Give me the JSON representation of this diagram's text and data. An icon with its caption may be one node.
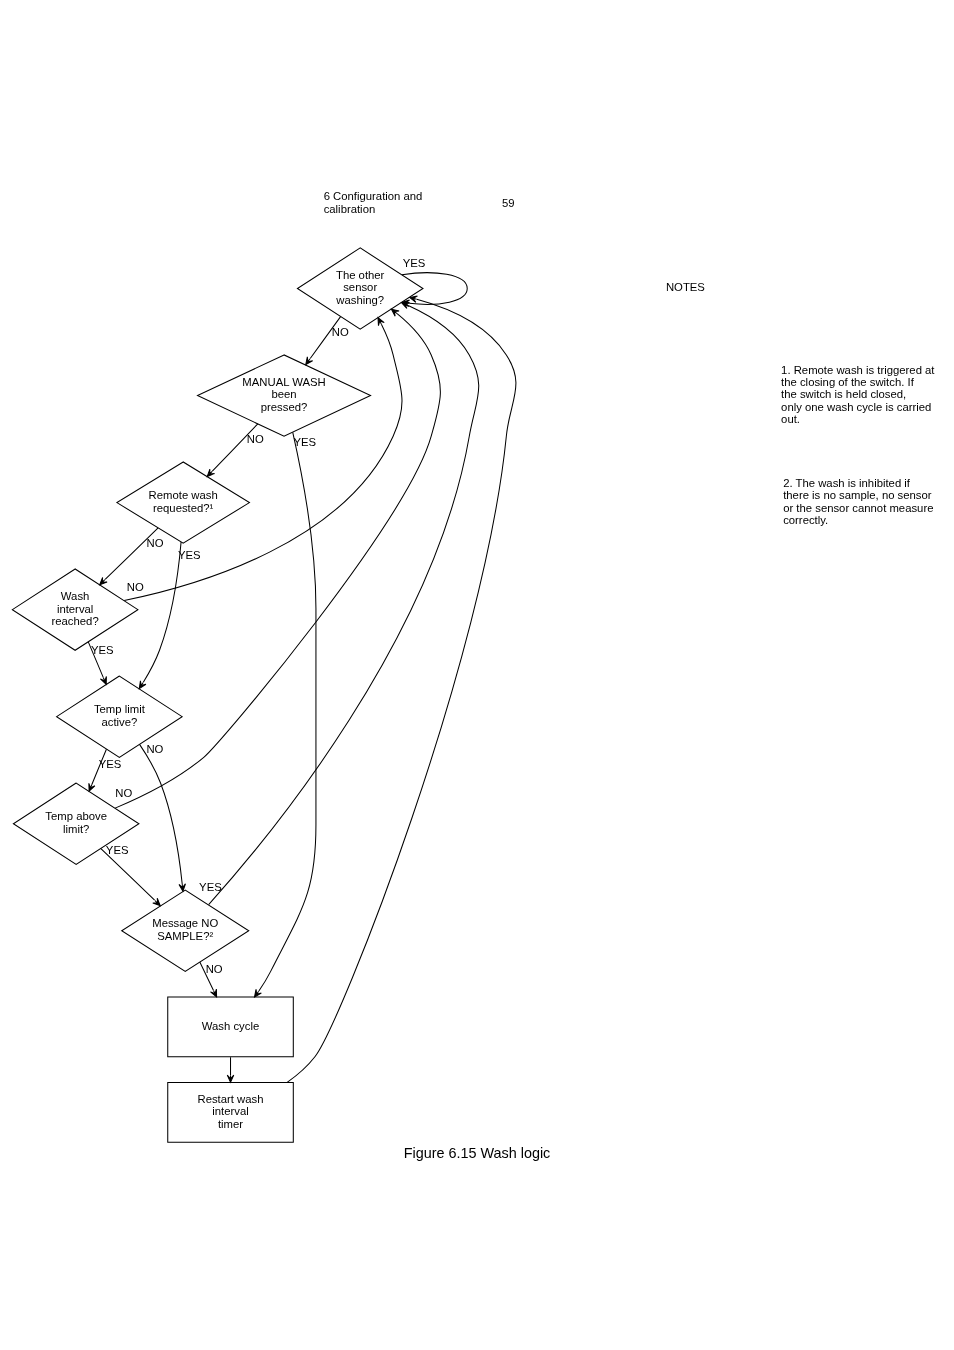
{
  "diagram": {
    "caption": "Figure 6.15 Wash logic",
    "nodes": [
      {
        "text": [
          "The other sensor washing?"
        ]
      },
      {
        "text": [
          "MANUAL WASH been pressed?"
        ]
      },
      {
        "text": [
          "Remote wash requested?¹"
        ]
      },
      {
        "text": [
          "Wash interval reached?"
        ]
      },
      {
        "text": [
          "Temp limit active?"
        ]
      },
      {
        "text": [
          "Temp above limit?"
        ]
      },
      {
        "text": [
          "Message NO SAMPLE?²"
        ]
      },
      {
        "text": [
          "Wash cycle"
        ]
      },
      {
        "text": [
          "Restart wash interval timer"
        ]
      }
    ],
    "edges": [
      {
        "from": 0,
        "to": 0,
        "arrow": "to",
        "label": "YES"
      },
      {
        "from": 0,
        "to": 1,
        "arrow": "to",
        "label": "NO"
      },
      {
        "from": 1,
        "to": 7,
        "arrow": "to",
        "label": "YES"
      },
      {
        "from": 1,
        "to": 2,
        "arrow": "to",
        "label": "NO"
      },
      {
        "from": 2,
        "to": 4,
        "arrow": "to",
        "label": "YES"
      },
      {
        "from": 2,
        "to": 3,
        "arrow": "to",
        "label": "NO"
      },
      {
        "from": 3,
        "to": 0,
        "arrow": "to",
        "label": "NO"
      },
      {
        "from": 3,
        "to": 4,
        "arrow": "to",
        "label": "YES"
      },
      {
        "from": 4,
        "to": 6,
        "arrow": "to",
        "label": "NO"
      },
      {
        "from": 4,
        "to": 5,
        "arrow": "to",
        "label": "YES"
      },
      {
        "from": 5,
        "to": 0,
        "arrow": "to",
        "label": "NO"
      },
      {
        "from": 5,
        "to": 6,
        "arrow": "to",
        "label": "YES"
      },
      {
        "from": 6,
        "to": 0,
        "arrow": "to",
        "label": "YES"
      },
      {
        "from": 6,
        "to": 7,
        "arrow": "to",
        "label": "NO"
      },
      {
        "from": 7,
        "to": 8,
        "arrow": "to"
      },
      {
        "from": 8,
        "to": 0,
        "arrow": "to"
      }
    ],
    "labels": [
      "6 Configuration and calibration",
      "59",
      "NOTES",
      "1. Remote wash is triggered at the closing of the switch. If the switch is held closed, only one wash cycle is carried out.",
      "2. The wash is inhibited if there is no sample, no sensor or the sensor cannot measure correctly."
    ]
  }
}
